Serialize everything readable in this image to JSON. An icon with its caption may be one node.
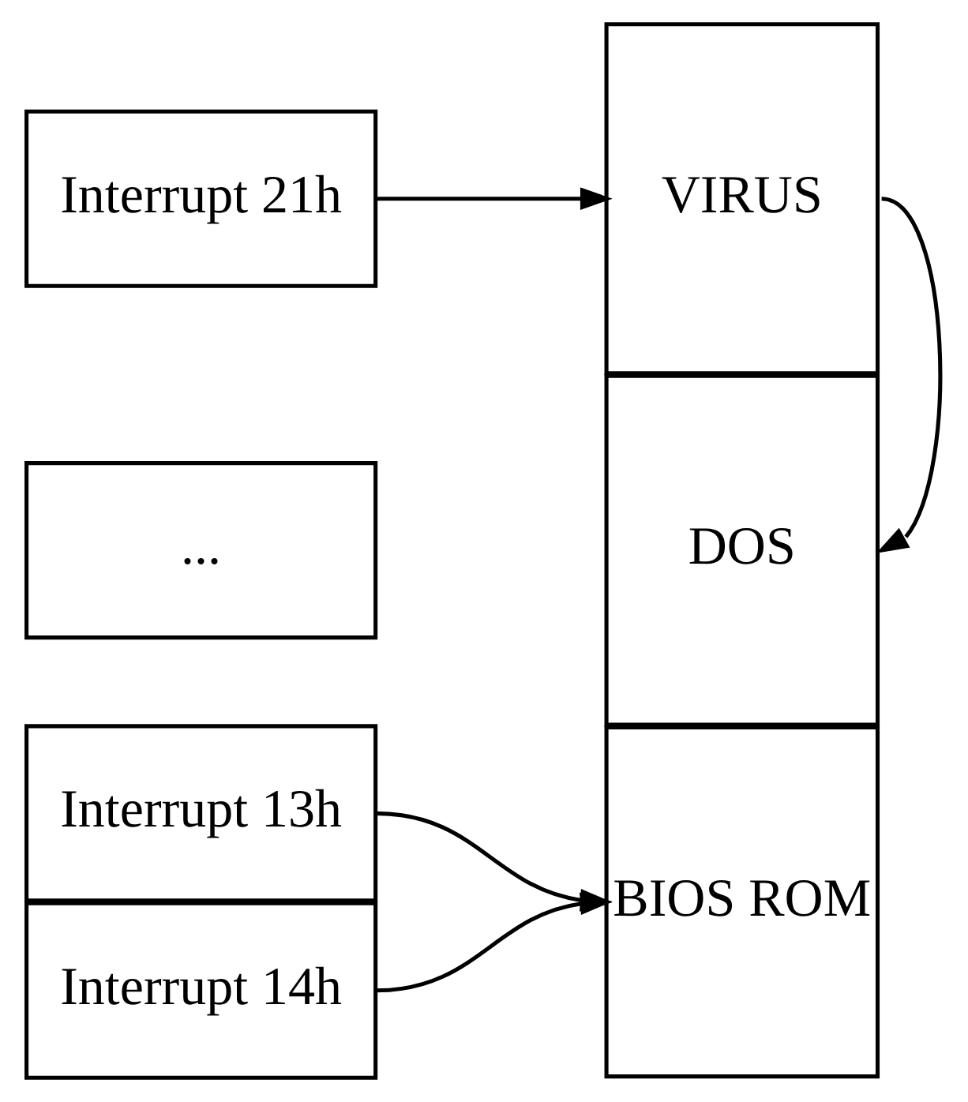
{
  "diagram": {
    "nodes": [
      {
        "text": [
          "Interrupt 13h"
        ]
      },
      {
        "text": [
          "Interrupt 14h"
        ]
      },
      {
        "text": [
          "..."
        ]
      },
      {
        "text": [
          "Interrupt 21h"
        ]
      },
      {
        "text": [
          "BIOS ROM"
        ]
      },
      {
        "text": [
          "DOS"
        ]
      },
      {
        "text": [
          "VIRUS"
        ]
      }
    ],
    "edges": [
      {
        "from": 0,
        "to": 4,
        "arrow": "to"
      },
      {
        "from": 1,
        "to": 4,
        "arrow": "to"
      },
      {
        "from": 3,
        "to": 6,
        "arrow": "to"
      },
      {
        "from": 6,
        "to": 5,
        "arrow": "to"
      }
    ]
  }
}
